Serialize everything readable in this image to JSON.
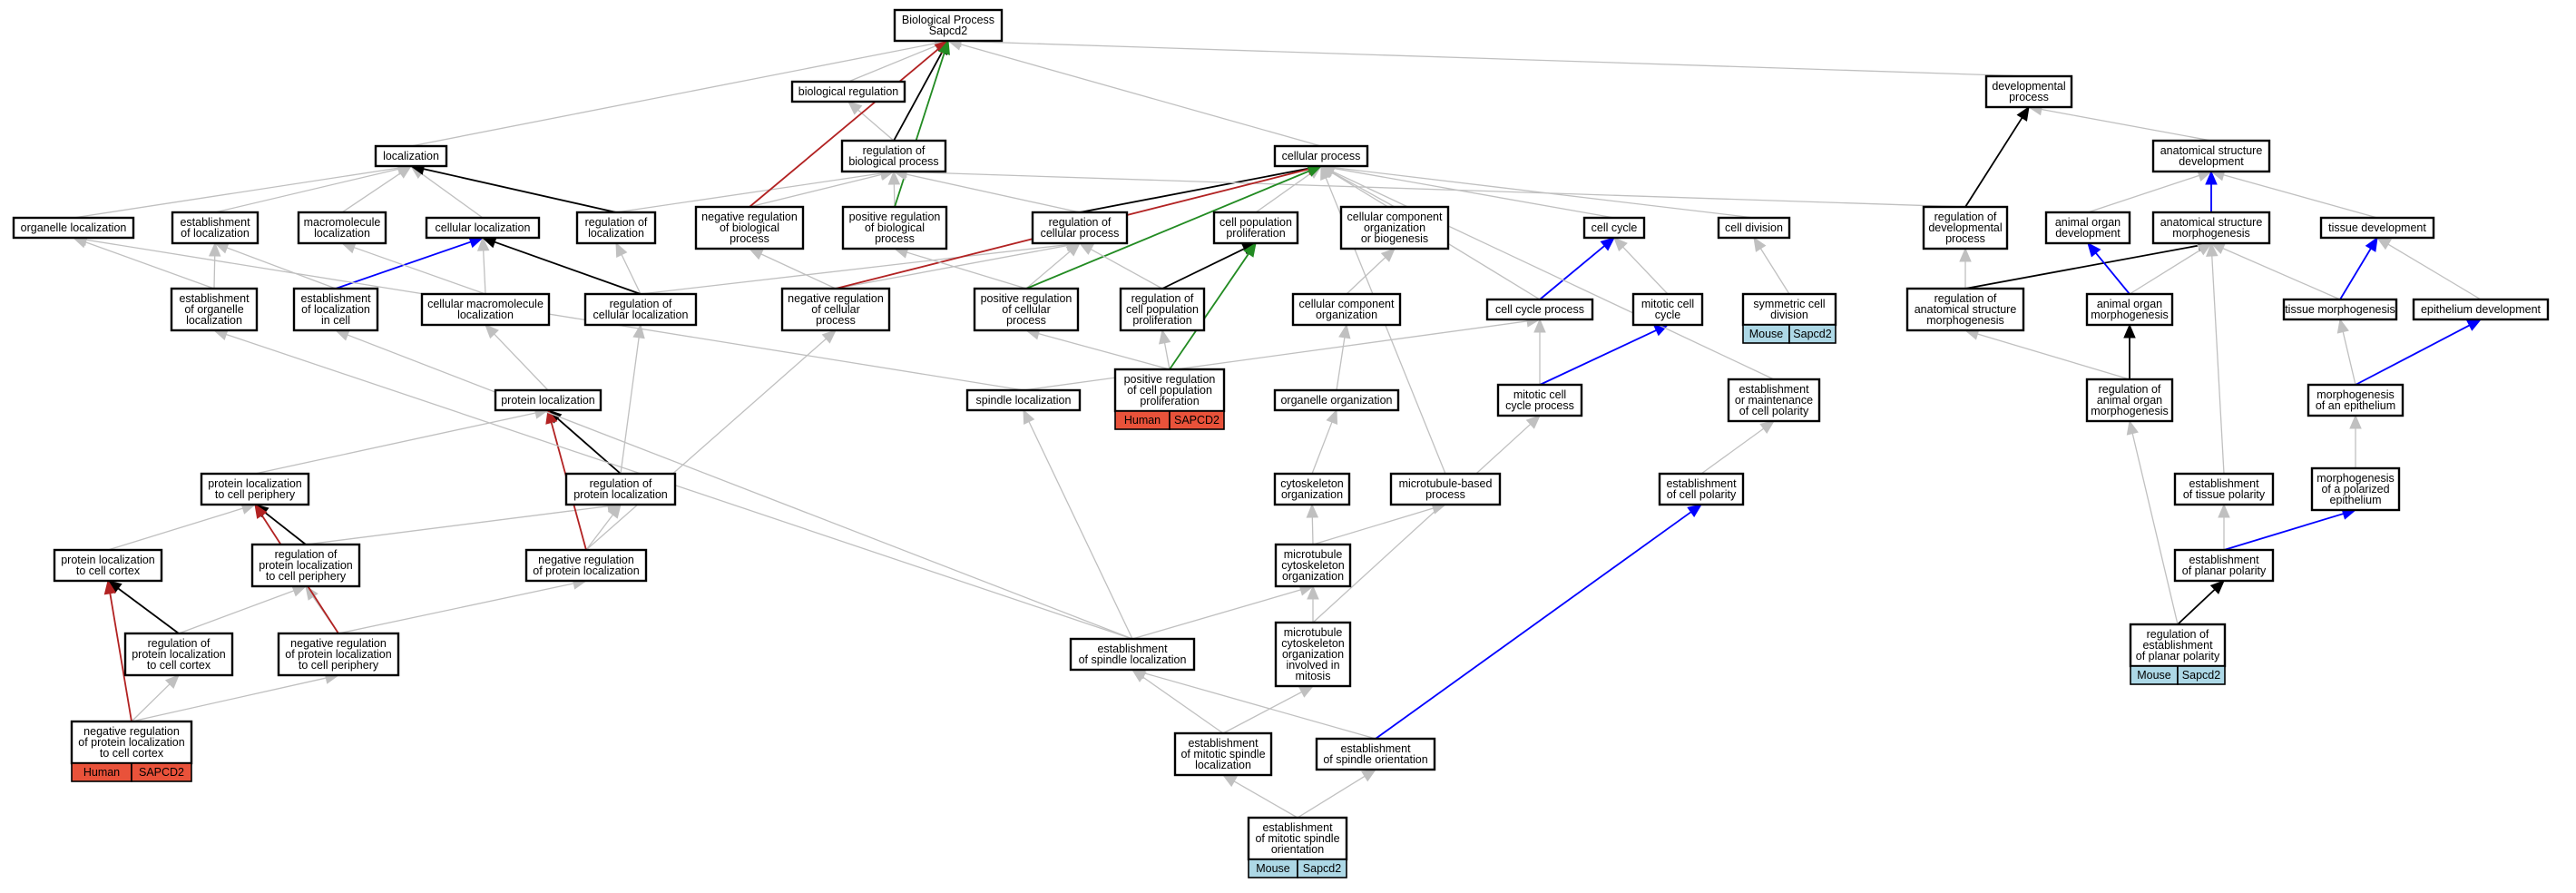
{
  "colors": {
    "gray": "#c0c0c0",
    "black": "#000000",
    "red": "#b22222",
    "green": "#228b22",
    "blue": "#0000ff",
    "human_tag": "#e9523a",
    "mouse_tag": "#add8e6"
  },
  "nodes": [
    {
      "id": "bp",
      "lines": [
        "Biological Process",
        "Sapcd2"
      ]
    },
    {
      "id": "bioreg",
      "lines": [
        "biological regulation"
      ]
    },
    {
      "id": "regbp",
      "lines": [
        "regulation of",
        "biological process"
      ]
    },
    {
      "id": "loc",
      "lines": [
        "localization"
      ]
    },
    {
      "id": "cellproc",
      "lines": [
        "cellular process"
      ]
    },
    {
      "id": "devproc",
      "lines": [
        "developmental",
        "process"
      ]
    },
    {
      "id": "anatdev",
      "lines": [
        "anatomical structure",
        "development"
      ]
    },
    {
      "id": "orgloc",
      "lines": [
        "organelle localization"
      ]
    },
    {
      "id": "estloc",
      "lines": [
        "establishment",
        "of localization"
      ]
    },
    {
      "id": "macroloc",
      "lines": [
        "macromolecule",
        "localization"
      ]
    },
    {
      "id": "cellloc",
      "lines": [
        "cellular localization"
      ]
    },
    {
      "id": "regloc",
      "lines": [
        "regulation of",
        "localization"
      ]
    },
    {
      "id": "negregbp",
      "lines": [
        "negative regulation",
        "of biological",
        "process"
      ]
    },
    {
      "id": "posregbp",
      "lines": [
        "positive regulation",
        "of biological",
        "process"
      ]
    },
    {
      "id": "regcp",
      "lines": [
        "regulation of",
        "cellular process"
      ]
    },
    {
      "id": "cpp",
      "lines": [
        "cell population",
        "proliferation"
      ]
    },
    {
      "id": "ccob",
      "lines": [
        "cellular component",
        "organization",
        "or biogenesis"
      ]
    },
    {
      "id": "cellcycle",
      "lines": [
        "cell cycle"
      ]
    },
    {
      "id": "celldiv",
      "lines": [
        "cell division"
      ]
    },
    {
      "id": "regdev",
      "lines": [
        "regulation of",
        "developmental",
        "process"
      ]
    },
    {
      "id": "animdev",
      "lines": [
        "animal organ",
        "development"
      ]
    },
    {
      "id": "asmorph",
      "lines": [
        "anatomical structure",
        "morphogenesis"
      ]
    },
    {
      "id": "tissdev",
      "lines": [
        "tissue development"
      ]
    },
    {
      "id": "estorgloc",
      "lines": [
        "establishment",
        "of organelle",
        "localization"
      ]
    },
    {
      "id": "estlocincell",
      "lines": [
        "establishment",
        "of localization",
        "in cell"
      ]
    },
    {
      "id": "cellmacroloc",
      "lines": [
        "cellular macromolecule",
        "localization"
      ]
    },
    {
      "id": "regcellloc",
      "lines": [
        "regulation of",
        "cellular localization"
      ]
    },
    {
      "id": "negregcp",
      "lines": [
        "negative regulation",
        "of cellular",
        "process"
      ]
    },
    {
      "id": "posregcp",
      "lines": [
        "positive regulation",
        "of cellular",
        "process"
      ]
    },
    {
      "id": "regcpp",
      "lines": [
        "regulation of",
        "cell population",
        "proliferation"
      ]
    },
    {
      "id": "cco",
      "lines": [
        "cellular component",
        "organization"
      ]
    },
    {
      "id": "ccp",
      "lines": [
        "cell cycle process"
      ]
    },
    {
      "id": "mcc",
      "lines": [
        "mitotic cell",
        "cycle"
      ]
    },
    {
      "id": "symdiv",
      "lines": [
        "symmetric cell",
        "division"
      ],
      "tag": [
        "Mouse",
        "Sapcd2"
      ]
    },
    {
      "id": "regasm",
      "lines": [
        "regulation of",
        "anatomical structure",
        "morphogenesis"
      ]
    },
    {
      "id": "animmorph",
      "lines": [
        "animal organ",
        "morphogenesis"
      ]
    },
    {
      "id": "tissmorph",
      "lines": [
        "tissue morphogenesis"
      ]
    },
    {
      "id": "epidev",
      "lines": [
        "epithelium development"
      ]
    },
    {
      "id": "posregcpp",
      "lines": [
        "positive regulation",
        "of cell population",
        "proliferation"
      ],
      "tag": [
        "Human",
        "SAPCD2"
      ]
    },
    {
      "id": "protloc",
      "lines": [
        "protein localization"
      ]
    },
    {
      "id": "spindleloc",
      "lines": [
        "spindle localization"
      ]
    },
    {
      "id": "orgorg",
      "lines": [
        "organelle organization"
      ]
    },
    {
      "id": "mccp",
      "lines": [
        "mitotic cell",
        "cycle process"
      ]
    },
    {
      "id": "estcellpolmaint",
      "lines": [
        "establishment",
        "or maintenance",
        "of cell polarity"
      ]
    },
    {
      "id": "regaom",
      "lines": [
        "regulation of",
        "animal organ",
        "morphogenesis"
      ]
    },
    {
      "id": "morphepi",
      "lines": [
        "morphogenesis",
        "of an epithelium"
      ]
    },
    {
      "id": "protlocperiph",
      "lines": [
        "protein localization",
        "to cell periphery"
      ]
    },
    {
      "id": "regprotloc",
      "lines": [
        "regulation of",
        "protein localization"
      ]
    },
    {
      "id": "cytoorg",
      "lines": [
        "cytoskeleton",
        "organization"
      ]
    },
    {
      "id": "mtbp",
      "lines": [
        "microtubule-based",
        "process"
      ]
    },
    {
      "id": "estcellpol",
      "lines": [
        "establishment",
        "of cell polarity"
      ]
    },
    {
      "id": "esttisspol",
      "lines": [
        "establishment",
        "of tissue polarity"
      ]
    },
    {
      "id": "morphpolepi",
      "lines": [
        "morphogenesis",
        "of a polarized",
        "epithelium"
      ]
    },
    {
      "id": "protloccortex",
      "lines": [
        "protein localization",
        "to cell cortex"
      ]
    },
    {
      "id": "regprotlocperiph",
      "lines": [
        "regulation of",
        "protein localization",
        "to cell periphery"
      ]
    },
    {
      "id": "negregprotloc",
      "lines": [
        "negative regulation",
        "of protein localization"
      ]
    },
    {
      "id": "mtcytoorg",
      "lines": [
        "microtubule",
        "cytoskeleton",
        "organization"
      ]
    },
    {
      "id": "estplanpol",
      "lines": [
        "establishment",
        "of planar polarity"
      ]
    },
    {
      "id": "regprotloccortex",
      "lines": [
        "regulation of",
        "protein localization",
        "to cell cortex"
      ]
    },
    {
      "id": "negregprotlocperiph",
      "lines": [
        "negative regulation",
        "of protein localization",
        "to cell periphery"
      ]
    },
    {
      "id": "estspindleloc",
      "lines": [
        "establishment",
        "of spindle localization"
      ]
    },
    {
      "id": "mtcytomitosis",
      "lines": [
        "microtubule",
        "cytoskeleton",
        "organization",
        "involved in",
        "mitosis"
      ]
    },
    {
      "id": "regestplanpol",
      "lines": [
        "regulation of",
        "establishment",
        "of planar polarity"
      ],
      "tag": [
        "Mouse",
        "Sapcd2"
      ]
    },
    {
      "id": "negregprotloccortex",
      "lines": [
        "negative regulation",
        "of protein localization",
        "to cell cortex"
      ],
      "tag": [
        "Human",
        "SAPCD2"
      ]
    },
    {
      "id": "estmitspindleloc",
      "lines": [
        "establishment",
        "of mitotic spindle",
        "localization"
      ]
    },
    {
      "id": "estspindleorient",
      "lines": [
        "establishment",
        "of spindle orientation"
      ]
    },
    {
      "id": "estmitspindleorient",
      "lines": [
        "establishment",
        "of mitotic spindle",
        "orientation"
      ],
      "tag": [
        "Mouse",
        "Sapcd2"
      ]
    }
  ],
  "edges": [
    {
      "from": "bioreg",
      "to": "bp",
      "color": "gray"
    },
    {
      "from": "regbp",
      "to": "bioreg",
      "color": "gray"
    },
    {
      "from": "regbp",
      "to": "bp",
      "color": "black"
    },
    {
      "from": "loc",
      "to": "bp",
      "color": "gray"
    },
    {
      "from": "cellproc",
      "to": "bp",
      "color": "gray"
    },
    {
      "from": "devproc",
      "to": "bp",
      "color": "gray"
    },
    {
      "from": "anatdev",
      "to": "devproc",
      "color": "gray"
    },
    {
      "from": "orgloc",
      "to": "loc",
      "color": "gray"
    },
    {
      "from": "estloc",
      "to": "loc",
      "color": "gray"
    },
    {
      "from": "macroloc",
      "to": "loc",
      "color": "gray"
    },
    {
      "from": "cellloc",
      "to": "loc",
      "color": "gray"
    },
    {
      "from": "regloc",
      "to": "loc",
      "color": "black"
    },
    {
      "from": "regloc",
      "to": "regbp",
      "color": "gray"
    },
    {
      "from": "negregbp",
      "to": "regbp",
      "color": "gray"
    },
    {
      "from": "negregbp",
      "to": "bp",
      "color": "red"
    },
    {
      "from": "posregbp",
      "to": "regbp",
      "color": "gray"
    },
    {
      "from": "posregbp",
      "to": "bp",
      "color": "green"
    },
    {
      "from": "regcp",
      "to": "regbp",
      "color": "gray"
    },
    {
      "from": "regcp",
      "to": "cellproc",
      "color": "black"
    },
    {
      "from": "cpp",
      "to": "cellproc",
      "color": "gray"
    },
    {
      "from": "ccob",
      "to": "cellproc",
      "color": "gray"
    },
    {
      "from": "cellcycle",
      "to": "cellproc",
      "color": "gray"
    },
    {
      "from": "celldiv",
      "to": "cellproc",
      "color": "gray"
    },
    {
      "from": "regdev",
      "to": "regbp",
      "color": "gray"
    },
    {
      "from": "regdev",
      "to": "devproc",
      "color": "black"
    },
    {
      "from": "animdev",
      "to": "anatdev",
      "color": "gray"
    },
    {
      "from": "asmorph",
      "to": "anatdev",
      "color": "blue"
    },
    {
      "from": "tissdev",
      "to": "anatdev",
      "color": "gray"
    },
    {
      "from": "estorgloc",
      "to": "orgloc",
      "color": "gray"
    },
    {
      "from": "estorgloc",
      "to": "estloc",
      "color": "gray"
    },
    {
      "from": "estlocincell",
      "to": "estloc",
      "color": "gray"
    },
    {
      "from": "estlocincell",
      "to": "cellloc",
      "color": "blue"
    },
    {
      "from": "cellmacroloc",
      "to": "macroloc",
      "color": "gray"
    },
    {
      "from": "cellmacroloc",
      "to": "cellloc",
      "color": "gray"
    },
    {
      "from": "regcellloc",
      "to": "regloc",
      "color": "gray"
    },
    {
      "from": "regcellloc",
      "to": "cellloc",
      "color": "black"
    },
    {
      "from": "regcellloc",
      "to": "regcp",
      "color": "gray"
    },
    {
      "from": "negregcp",
      "to": "negregbp",
      "color": "gray"
    },
    {
      "from": "negregcp",
      "to": "regcp",
      "color": "gray"
    },
    {
      "from": "negregcp",
      "to": "cellproc",
      "color": "red"
    },
    {
      "from": "posregcp",
      "to": "posregbp",
      "color": "gray"
    },
    {
      "from": "posregcp",
      "to": "regcp",
      "color": "gray"
    },
    {
      "from": "posregcp",
      "to": "cellproc",
      "color": "green"
    },
    {
      "from": "regcpp",
      "to": "regcp",
      "color": "gray"
    },
    {
      "from": "regcpp",
      "to": "cpp",
      "color": "black"
    },
    {
      "from": "cco",
      "to": "ccob",
      "color": "gray"
    },
    {
      "from": "ccp",
      "to": "cellcycle",
      "color": "blue"
    },
    {
      "from": "ccp",
      "to": "cellproc",
      "color": "gray"
    },
    {
      "from": "mcc",
      "to": "cellcycle",
      "color": "gray"
    },
    {
      "from": "symdiv",
      "to": "celldiv",
      "color": "gray"
    },
    {
      "from": "regasm",
      "to": "regdev",
      "color": "gray"
    },
    {
      "from": "regasm",
      "to": "asmorph",
      "color": "black"
    },
    {
      "from": "animmorph",
      "to": "animdev",
      "color": "blue"
    },
    {
      "from": "animmorph",
      "to": "asmorph",
      "color": "gray"
    },
    {
      "from": "tissmorph",
      "to": "asmorph",
      "color": "gray"
    },
    {
      "from": "tissmorph",
      "to": "tissdev",
      "color": "blue"
    },
    {
      "from": "epidev",
      "to": "tissdev",
      "color": "gray"
    },
    {
      "from": "posregcpp",
      "to": "posregcp",
      "color": "gray"
    },
    {
      "from": "posregcpp",
      "to": "regcpp",
      "color": "gray"
    },
    {
      "from": "posregcpp",
      "to": "cpp",
      "color": "green"
    },
    {
      "from": "protloc",
      "to": "cellmacroloc",
      "color": "gray"
    },
    {
      "from": "spindleloc",
      "to": "orgloc",
      "color": "gray"
    },
    {
      "from": "spindleloc",
      "to": "ccp",
      "color": "gray"
    },
    {
      "from": "orgorg",
      "to": "cco",
      "color": "gray"
    },
    {
      "from": "mccp",
      "to": "ccp",
      "color": "gray"
    },
    {
      "from": "mccp",
      "to": "mcc",
      "color": "blue"
    },
    {
      "from": "estcellpolmaint",
      "to": "cellproc",
      "color": "gray"
    },
    {
      "from": "regaom",
      "to": "regasm",
      "color": "gray"
    },
    {
      "from": "regaom",
      "to": "animmorph",
      "color": "black"
    },
    {
      "from": "morphepi",
      "to": "tissmorph",
      "color": "gray"
    },
    {
      "from": "morphepi",
      "to": "epidev",
      "color": "blue"
    },
    {
      "from": "protlocperiph",
      "to": "protloc",
      "color": "gray"
    },
    {
      "from": "regprotloc",
      "to": "protloc",
      "color": "black"
    },
    {
      "from": "regprotloc",
      "to": "regcellloc",
      "color": "gray"
    },
    {
      "from": "cytoorg",
      "to": "orgorg",
      "color": "gray"
    },
    {
      "from": "mtbp",
      "to": "cellproc",
      "color": "gray"
    },
    {
      "from": "estcellpol",
      "to": "estcellpolmaint",
      "color": "gray"
    },
    {
      "from": "esttisspol",
      "to": "asmorph",
      "color": "gray"
    },
    {
      "from": "morphpolepi",
      "to": "morphepi",
      "color": "gray"
    },
    {
      "from": "protloccortex",
      "to": "protlocperiph",
      "color": "gray"
    },
    {
      "from": "regprotlocperiph",
      "to": "protlocperiph",
      "color": "black"
    },
    {
      "from": "regprotlocperiph",
      "to": "regprotloc",
      "color": "gray"
    },
    {
      "from": "negregprotloc",
      "to": "regprotloc",
      "color": "gray"
    },
    {
      "from": "negregprotloc",
      "to": "negregcp",
      "color": "gray"
    },
    {
      "from": "negregprotloc",
      "to": "protloc",
      "color": "red"
    },
    {
      "from": "mtcytoorg",
      "to": "cytoorg",
      "color": "gray"
    },
    {
      "from": "mtcytoorg",
      "to": "mtbp",
      "color": "gray"
    },
    {
      "from": "estplanpol",
      "to": "esttisspol",
      "color": "gray"
    },
    {
      "from": "estplanpol",
      "to": "morphpolepi",
      "color": "blue"
    },
    {
      "from": "regprotloccortex",
      "to": "protloccortex",
      "color": "black"
    },
    {
      "from": "regprotloccortex",
      "to": "regprotlocperiph",
      "color": "gray"
    },
    {
      "from": "negregprotlocperiph",
      "to": "regprotlocperiph",
      "color": "gray"
    },
    {
      "from": "negregprotlocperiph",
      "to": "negregprotloc",
      "color": "gray"
    },
    {
      "from": "negregprotlocperiph",
      "to": "protlocperiph",
      "color": "red"
    },
    {
      "from": "estspindleloc",
      "to": "spindleloc",
      "color": "gray"
    },
    {
      "from": "estspindleloc",
      "to": "estlocincell",
      "color": "gray"
    },
    {
      "from": "estspindleloc",
      "to": "estorgloc",
      "color": "gray"
    },
    {
      "from": "estspindleloc",
      "to": "mtcytoorg",
      "color": "gray"
    },
    {
      "from": "mtcytomitosis",
      "to": "mtcytoorg",
      "color": "gray"
    },
    {
      "from": "mtcytomitosis",
      "to": "mccp",
      "color": "gray"
    },
    {
      "from": "regestplanpol",
      "to": "estplanpol",
      "color": "black"
    },
    {
      "from": "regestplanpol",
      "to": "regaom",
      "color": "gray"
    },
    {
      "from": "negregprotloccortex",
      "to": "regprotloccortex",
      "color": "gray"
    },
    {
      "from": "negregprotloccortex",
      "to": "negregprotlocperiph",
      "color": "gray"
    },
    {
      "from": "negregprotloccortex",
      "to": "protloccortex",
      "color": "red"
    },
    {
      "from": "estmitspindleloc",
      "to": "estspindleloc",
      "color": "gray"
    },
    {
      "from": "estmitspindleloc",
      "to": "mtcytomitosis",
      "color": "gray"
    },
    {
      "from": "estspindleorient",
      "to": "estspindleloc",
      "color": "gray"
    },
    {
      "from": "estspindleorient",
      "to": "estcellpol",
      "color": "blue"
    },
    {
      "from": "estmitspindleorient",
      "to": "estmitspindleloc",
      "color": "gray"
    },
    {
      "from": "estmitspindleorient",
      "to": "estspindleorient",
      "color": "gray"
    }
  ]
}
